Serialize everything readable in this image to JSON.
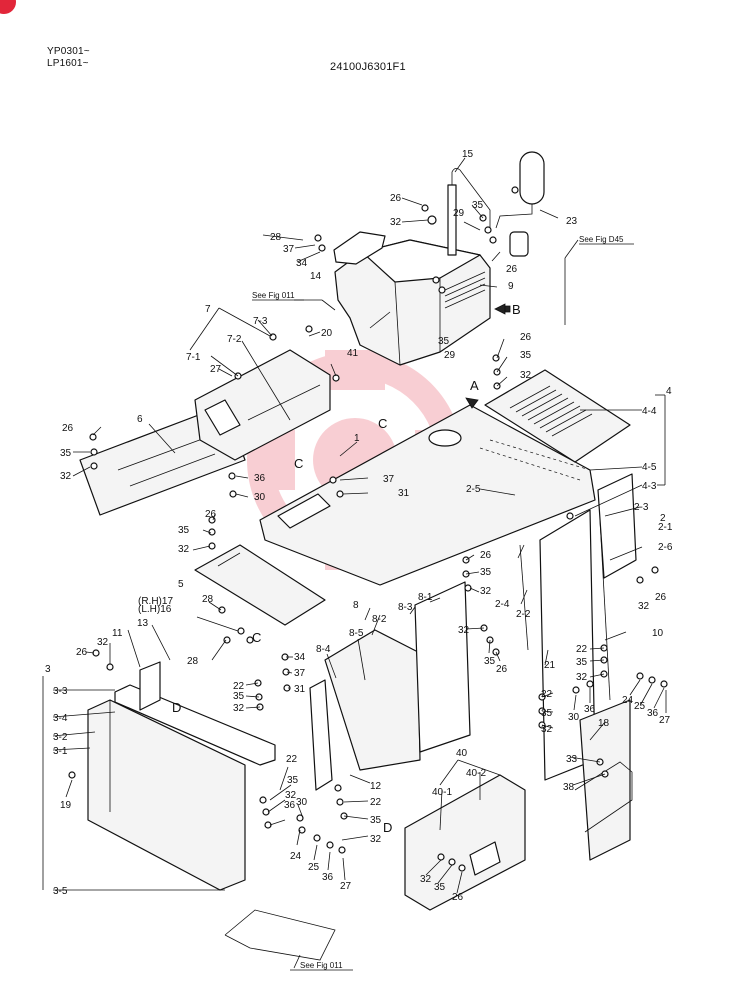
{
  "header": {
    "serial_line_1": "YP0301~",
    "serial_line_2": "LP1601~",
    "part_number": "24100J6301F1"
  },
  "references": {
    "see_fig_d45": "See Fig D45",
    "see_fig_011_top": "See Fig 011",
    "see_fig_011_bottom": "See Fig 011"
  },
  "view_markers": {
    "a": "A",
    "b": "B",
    "c": "C",
    "d": "D"
  },
  "callouts": {
    "n1": "1",
    "n2": "2",
    "n2_1": "2-1",
    "n2_2": "2-2",
    "n2_3": "2-3",
    "n2_4": "2-4",
    "n2_5": "2-5",
    "n2_6": "2-6",
    "n3": "3",
    "n3_1": "3-1",
    "n3_2": "3-2",
    "n3_3": "3-3",
    "n3_4": "3-4",
    "n3_5": "3-5",
    "n4": "4",
    "n4_3": "4-3",
    "n4_4": "4-4",
    "n4_5": "4-5",
    "n5": "5",
    "n6": "6",
    "n7": "7",
    "n7_1": "7-1",
    "n7_2": "7-2",
    "n7_3": "7-3",
    "n8": "8",
    "n8_1": "8-1",
    "n8_2": "8-2",
    "n8_3": "8-3",
    "n8_4": "8-4",
    "n8_5": "8-5",
    "n9": "9",
    "n10": "10",
    "n11": "11",
    "n12": "12",
    "n13": "13",
    "n14": "14",
    "n15": "15",
    "n16": "(L.H)16",
    "n17": "(R.H)17",
    "n18": "18",
    "n19": "19",
    "n20": "20",
    "n21": "21",
    "n22": "22",
    "n23": "23",
    "n24": "24",
    "n25": "25",
    "n26": "26",
    "n27": "27",
    "n28": "28",
    "n29": "29",
    "n30": "30",
    "n31": "31",
    "n32": "32",
    "n33": "33",
    "n34": "34",
    "n35": "35",
    "n36": "36",
    "n37": "37",
    "n38": "38",
    "n40": "40",
    "n40_1": "40-1",
    "n40_2": "40-2",
    "n41": "41"
  },
  "watermark_color": "#e2263a"
}
